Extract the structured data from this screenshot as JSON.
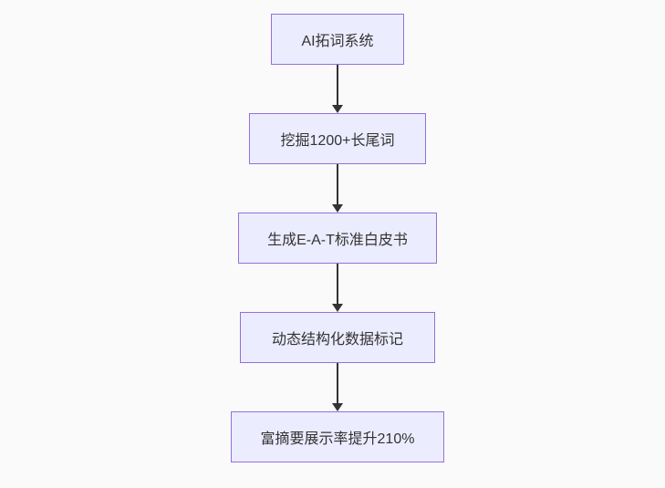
{
  "diagram": {
    "type": "flowchart",
    "direction": "top-down",
    "nodes": [
      {
        "label": "AI拓词系统"
      },
      {
        "label": "挖掘1200+长尾词"
      },
      {
        "label": "生成E-A-T标准白皮书"
      },
      {
        "label": "动态结构化数据标记"
      },
      {
        "label": "富摘要展示率提升210%"
      }
    ],
    "edges": [
      {
        "from": 0,
        "to": 1
      },
      {
        "from": 1,
        "to": 2
      },
      {
        "from": 2,
        "to": 3
      },
      {
        "from": 3,
        "to": 4
      }
    ],
    "colors": {
      "background": "#fafafa",
      "node_fill": "#ececff",
      "node_border": "#9370db",
      "arrow": "#333333",
      "text": "#333333"
    }
  }
}
